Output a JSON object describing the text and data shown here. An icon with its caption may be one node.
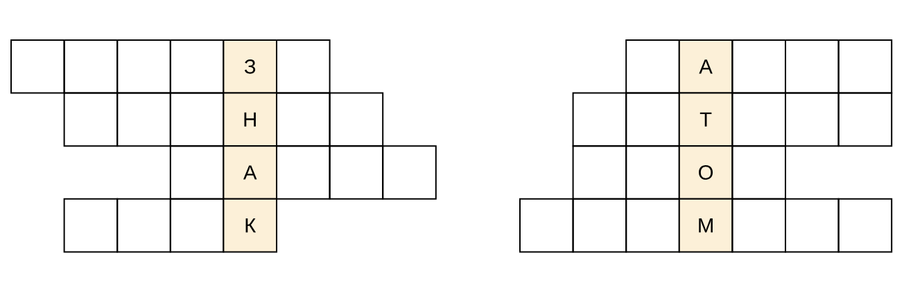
{
  "diagram": {
    "nodes": [
      {
        "text": [],
        "shape": "box"
      },
      {
        "text": [],
        "shape": "box"
      },
      {
        "text": [],
        "shape": "box"
      },
      {
        "text": [],
        "shape": "box"
      },
      {
        "text": [
          "З"
        ]
      },
      {
        "text": [],
        "shape": "box"
      },
      {
        "text": [],
        "shape": "box"
      },
      {
        "text": [],
        "shape": "box"
      },
      {
        "text": [],
        "shape": "box"
      },
      {
        "text": [
          "Н"
        ]
      },
      {
        "text": [],
        "shape": "box"
      },
      {
        "text": [],
        "shape": "box"
      },
      {
        "text": [],
        "shape": "box"
      },
      {
        "text": [
          "А"
        ]
      },
      {
        "text": [],
        "shape": "box"
      },
      {
        "text": [],
        "shape": "box"
      },
      {
        "text": [],
        "shape": "box"
      },
      {
        "text": [],
        "shape": "box"
      },
      {
        "text": [],
        "shape": "box"
      },
      {
        "text": [],
        "shape": "box"
      },
      {
        "text": [
          "К"
        ]
      },
      {
        "text": [],
        "shape": "box"
      },
      {
        "text": [
          "А"
        ]
      },
      {
        "text": [],
        "shape": "box"
      },
      {
        "text": [],
        "shape": "box"
      },
      {
        "text": [],
        "shape": "box"
      },
      {
        "text": [],
        "shape": "box"
      },
      {
        "text": [],
        "shape": "box"
      },
      {
        "text": [
          "Т"
        ]
      },
      {
        "text": [],
        "shape": "box"
      },
      {
        "text": [],
        "shape": "box"
      },
      {
        "text": [],
        "shape": "box"
      },
      {
        "text": [],
        "shape": "box"
      },
      {
        "text": [],
        "shape": "box"
      },
      {
        "text": [
          "О"
        ]
      },
      {
        "text": [],
        "shape": "box"
      },
      {
        "text": [],
        "shape": "box"
      },
      {
        "text": [],
        "shape": "box"
      },
      {
        "text": [],
        "shape": "box"
      },
      {
        "text": [
          "М"
        ]
      },
      {
        "text": [],
        "shape": "box"
      },
      {
        "text": [],
        "shape": "box"
      },
      {
        "text": [],
        "shape": "box"
      }
    ]
  }
}
